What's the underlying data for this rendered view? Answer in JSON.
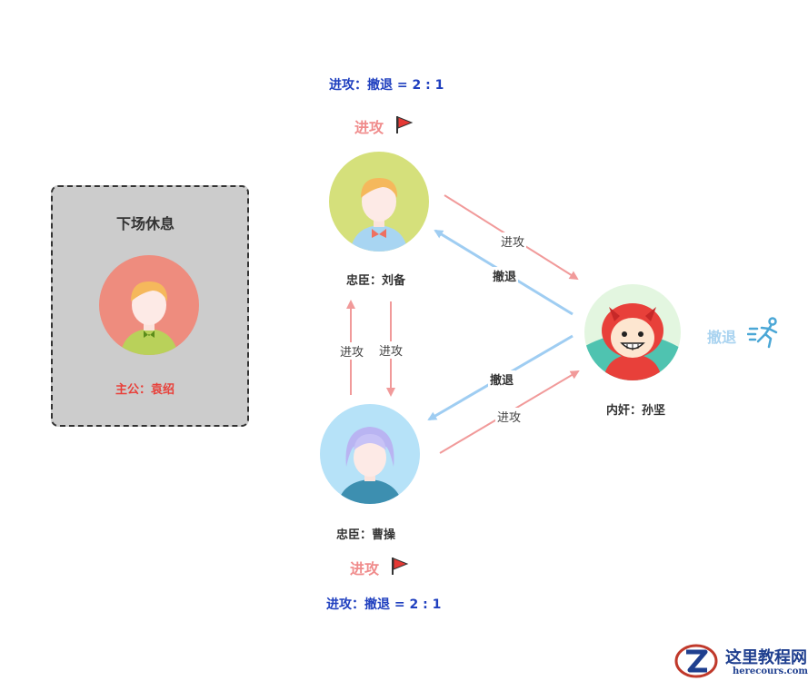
{
  "bench": {
    "title": "下场休息",
    "lord_name": "主公：袁绍"
  },
  "top_player": {
    "ratio": "进攻：撤退 = 2 : 1",
    "action": "进攻",
    "name": "忠臣：刘备"
  },
  "bottom_player": {
    "ratio": "进攻：撤退 = 2 : 1",
    "action": "进攻",
    "name": "忠臣：曹操"
  },
  "traitor": {
    "name": "内奸：孙坚",
    "action": "撤退"
  },
  "edges": {
    "top_to_traitor": "进攻",
    "traitor_to_top": "撤退",
    "bottom_to_top": "进攻",
    "top_to_bottom": "进攻",
    "traitor_to_bottom": "撤退",
    "bottom_to_traitor": "进攻"
  },
  "watermark": {
    "name": "这里教程网",
    "url": "herecours.com"
  },
  "colors": {
    "attack_arrow": "#f19a9a",
    "retreat_arrow": "#9fcdf2",
    "ratio_text": "#1f3fbf",
    "attack_text": "#f08c8c",
    "retreat_text": "#a9d3f0",
    "lord_text": "#e8403a",
    "flag": "#e53935"
  },
  "icons": [
    "red-flag-icon",
    "running-person-icon",
    "avatar-liubei",
    "avatar-caocao",
    "avatar-sunjian",
    "avatar-yuanshao"
  ]
}
